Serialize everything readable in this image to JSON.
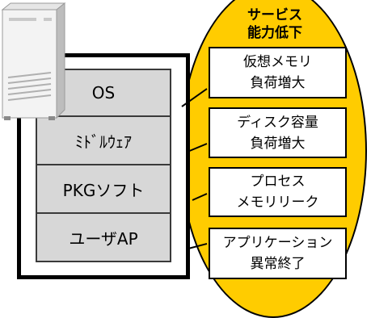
{
  "colors": {
    "ellipse_fill": "#ffcc00",
    "layer_fill": "#d7d7d7",
    "frame": "#000000",
    "cause_box_fill": "#ffffff"
  },
  "server_icon": "server-tower-icon",
  "stack": {
    "layers": [
      {
        "label": "OS"
      },
      {
        "label": "ﾐﾄﾞﾙｳｪｱ"
      },
      {
        "label": "PKGソフト"
      },
      {
        "label": "ユーザAP"
      }
    ]
  },
  "impact": {
    "title_line1": "サービス",
    "title_line2": "能力低下",
    "causes": [
      {
        "line1": "仮想メモリ",
        "line2": "負荷増大"
      },
      {
        "line1": "ディスク容量",
        "line2": "負荷増大"
      },
      {
        "line1": "プロセス",
        "line2": "メモリリーク"
      },
      {
        "line1": "アプリケーション",
        "line2": "異常終了"
      }
    ]
  }
}
